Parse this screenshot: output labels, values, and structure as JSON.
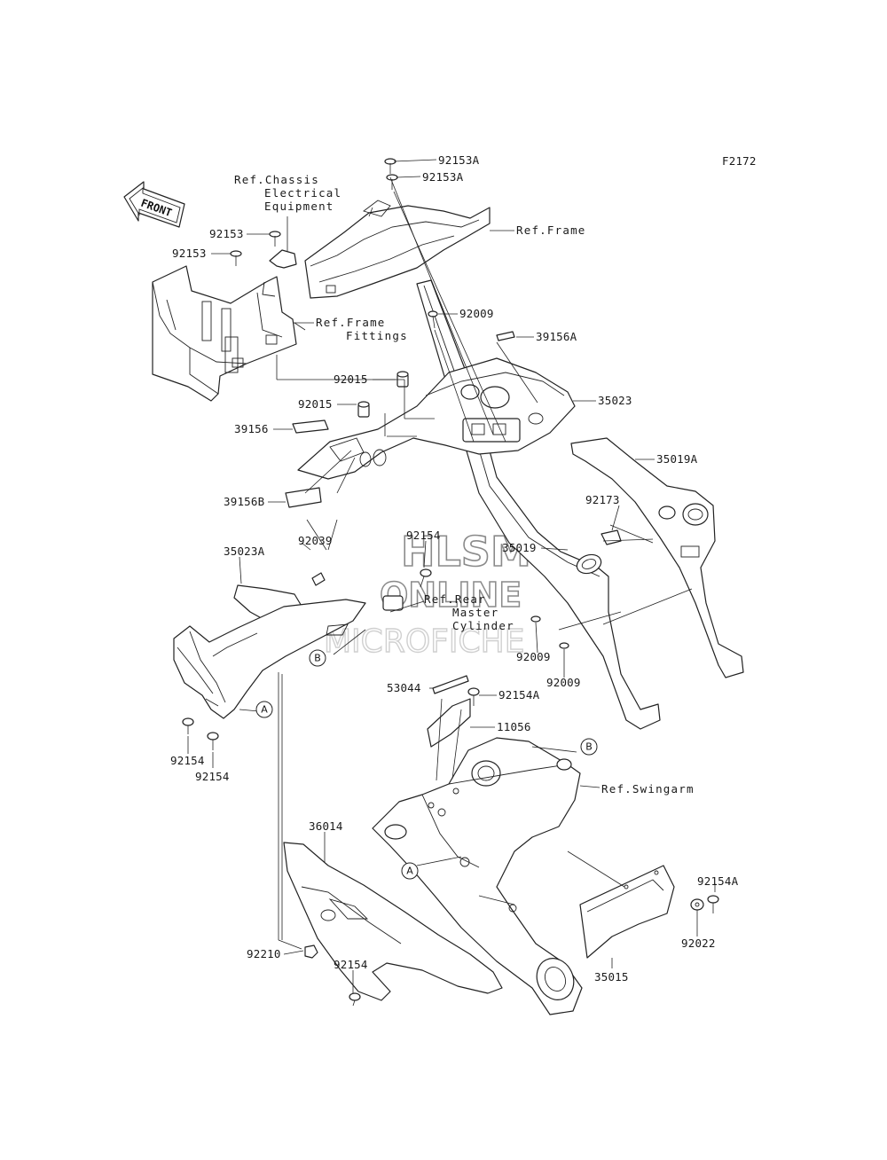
{
  "figure_code": "F2172",
  "front_label": "FRONT",
  "watermark": {
    "line1": "HLSM",
    "line2": "ONLINE",
    "line3": "MICROFICHE"
  },
  "part_labels": [
    {
      "id": "92153A-top",
      "text": "92153A"
    },
    {
      "id": "92153A-2",
      "text": "92153A"
    },
    {
      "id": "92153-a",
      "text": "92153"
    },
    {
      "id": "92153-b",
      "text": "92153"
    },
    {
      "id": "92009-a",
      "text": "92009"
    },
    {
      "id": "39156A",
      "text": "39156A"
    },
    {
      "id": "92015-a",
      "text": "92015"
    },
    {
      "id": "92015-b",
      "text": "92015"
    },
    {
      "id": "35023",
      "text": "35023"
    },
    {
      "id": "39156",
      "text": "39156"
    },
    {
      "id": "35019A",
      "text": "35019A"
    },
    {
      "id": "39156B",
      "text": "39156B"
    },
    {
      "id": "92173",
      "text": "92173"
    },
    {
      "id": "92039",
      "text": "92039"
    },
    {
      "id": "92154-a",
      "text": "92154"
    },
    {
      "id": "35019",
      "text": "35019"
    },
    {
      "id": "35023A",
      "text": "35023A"
    },
    {
      "id": "92009-b",
      "text": "92009"
    },
    {
      "id": "92009-c",
      "text": "92009"
    },
    {
      "id": "53044",
      "text": "53044"
    },
    {
      "id": "92154A-a",
      "text": "92154A"
    },
    {
      "id": "11056",
      "text": "11056"
    },
    {
      "id": "92154-b",
      "text": "92154"
    },
    {
      "id": "92154-c",
      "text": "92154"
    },
    {
      "id": "36014",
      "text": "36014"
    },
    {
      "id": "92154A-b",
      "text": "92154A"
    },
    {
      "id": "92022",
      "text": "92022"
    },
    {
      "id": "92210",
      "text": "92210"
    },
    {
      "id": "92154-d",
      "text": "92154"
    },
    {
      "id": "35015",
      "text": "35015"
    }
  ],
  "references": {
    "chassis": [
      "Ref.Chassis",
      "Electrical",
      "Equipment"
    ],
    "frame": "Ref.Frame",
    "frame_fittings": [
      "Ref.Frame",
      "Fittings"
    ],
    "rear_master": [
      "Ref.Rear",
      "Master",
      "Cylinder"
    ],
    "swingarm": "Ref.Swingarm"
  },
  "callouts": {
    "a": "A",
    "b": "B"
  }
}
